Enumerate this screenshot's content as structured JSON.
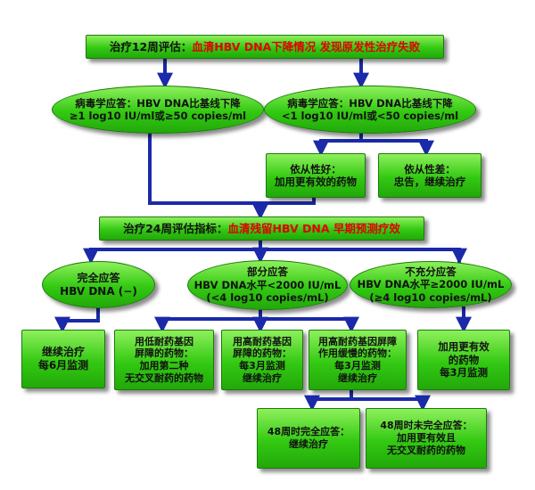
{
  "colors": {
    "box_fill": "#33c912",
    "box_border": "#1c7a0c",
    "connector": "#1a2aa8",
    "highlight_text": "#e00000"
  },
  "week12": {
    "label": "治疗12周评估：",
    "highlight": "血清HBV DNA下降情况 发现原发性治疗失败"
  },
  "response_a": {
    "line1": "病毒学应答：HBV DNA比基线下降",
    "line2": "≥1 log10 IU/ml或≥50 copies/ml"
  },
  "response_b": {
    "line1": "病毒学应答：HBV DNA比基线下降",
    "line2": "<1 log10 IU/ml或<50 copies/ml"
  },
  "compliance_good": {
    "line1": "依从性好：",
    "line2": "加用更有效的药物"
  },
  "compliance_poor": {
    "line1": "依从性差：",
    "line2": "忠告，继续治疗"
  },
  "week24": {
    "label": "治疗24周评估指标：",
    "highlight": "血清残留HBV DNA 早期预测疗效"
  },
  "complete": {
    "line1": "完全应答",
    "line2": "HBV DNA (−)"
  },
  "partial": {
    "line1": "部分应答",
    "line2": "HBV DNA水平<2000 IU/mL",
    "line3": "(<4 log10 copies/mL)"
  },
  "insufficient": {
    "line1": "不充分应答",
    "line2": "HBV DNA水平≥2000 IU/mL",
    "line3": "(≥4 log10 copies/mL)"
  },
  "continue": {
    "line1": "继续治疗",
    "line2": "每6月监测"
  },
  "low_barrier": {
    "line1": "用低耐药基因",
    "line2": "屏障的药物：",
    "line3": "加用第二种",
    "line4": "无交叉耐药的药物"
  },
  "high_barrier": {
    "line1": "用高耐药基因",
    "line2": "屏障的药物：",
    "line3": "每3月监测",
    "line4": "继续治疗"
  },
  "slow_barrier": {
    "line1": "用高耐药基因屏障",
    "line2": "作用缓慢的药物：",
    "line3": "每3月监测",
    "line4": "继续治疗"
  },
  "add_effective": {
    "line1": "加用更有效",
    "line2": "的药物",
    "line3": "每3月监测"
  },
  "w48_complete": {
    "line1": "48周时完全应答：",
    "line2": "继续治疗"
  },
  "w48_incomplete": {
    "line1": "48周时未完全应答：",
    "line2": "加用更有效且",
    "line3": "无交叉耐药的药物"
  }
}
